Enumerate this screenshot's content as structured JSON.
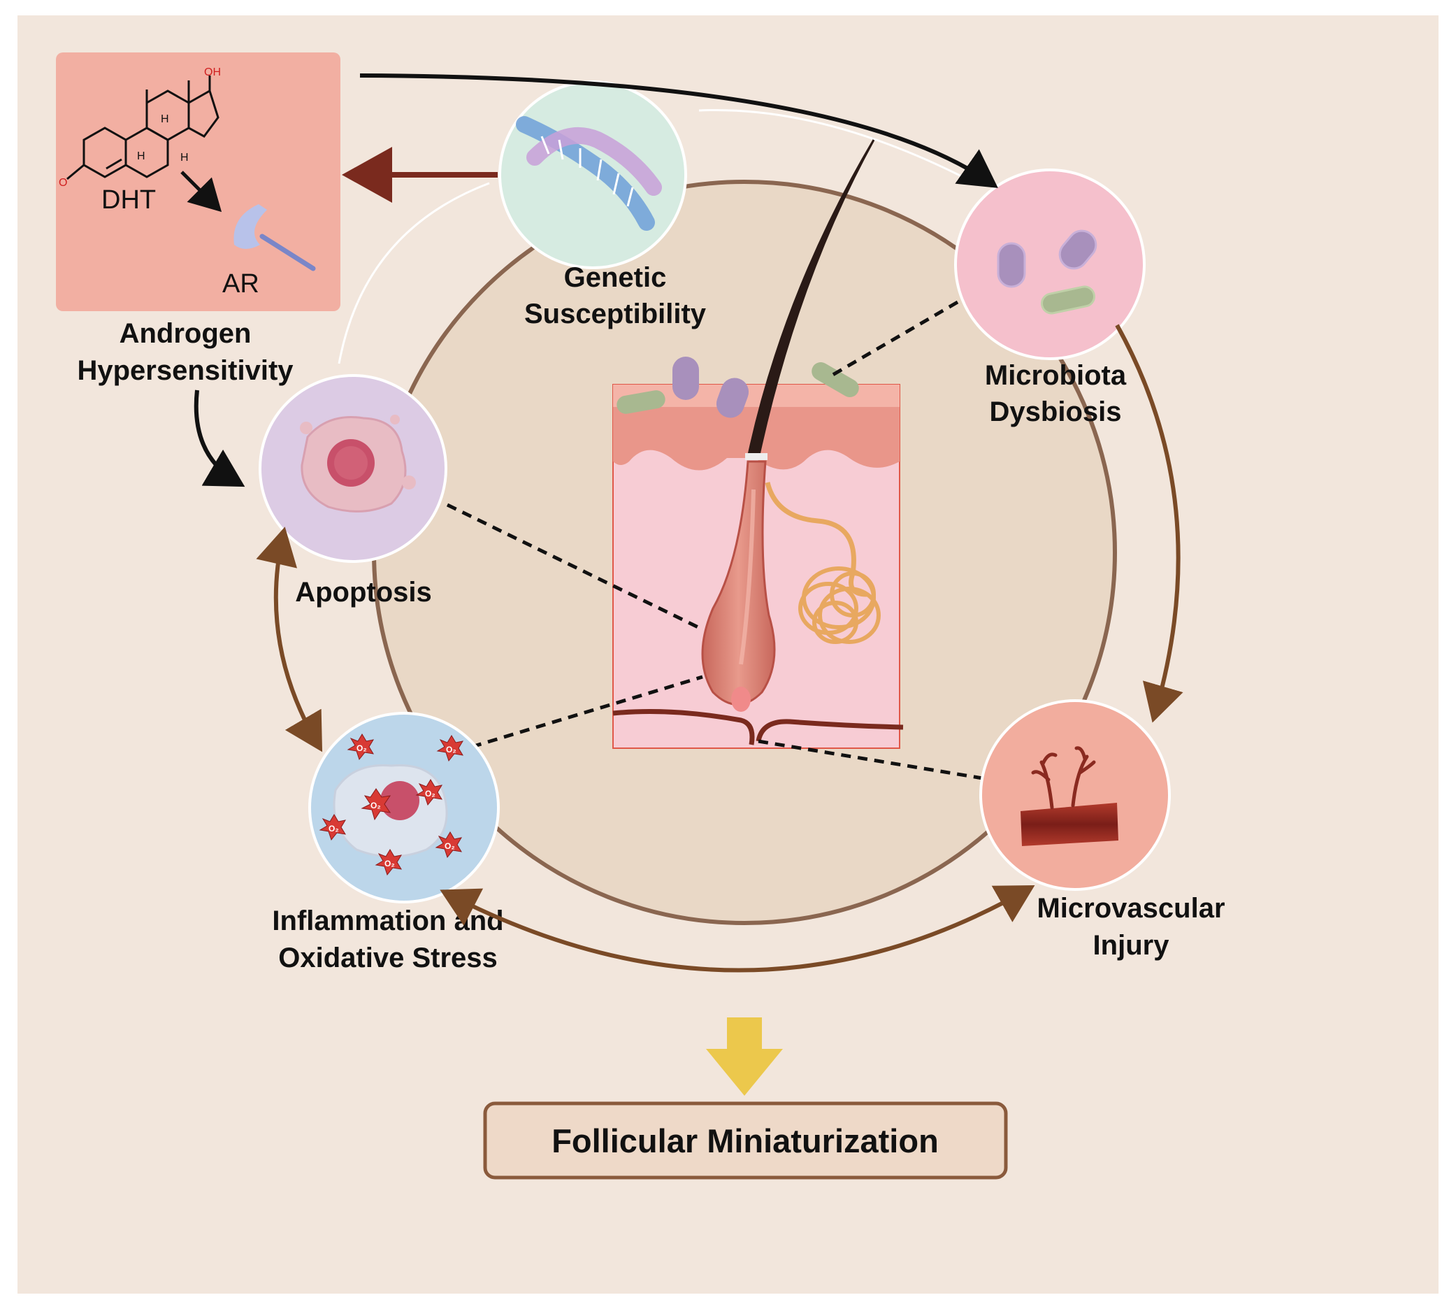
{
  "colors": {
    "background": "#f2e6dc",
    "inner_circle": "#e9d8c6",
    "ring": "#8a6650",
    "arrow_black": "#111111",
    "arrow_brown": "#7a4a26",
    "arrow_darkred": "#7a2a1e",
    "androgen_box": "#f2afa2",
    "dna_circle": "#d6ebe1",
    "microbiota_circle": "#f5c0cc",
    "apoptosis_circle": "#dccbe4",
    "inflammation_circle": "#bcd6ea",
    "microvascular_circle": "#f2ad9e",
    "result_arrow": "#ecc84c",
    "result_box": "#eed9c8"
  },
  "nodes": {
    "androgen": {
      "label_line1": "Androgen",
      "label_line2": "Hypersensitivity",
      "molecule_label": "DHT",
      "receptor_label": "AR",
      "oh_label": "OH",
      "h_label": "H",
      "keto_label": "O",
      "icon": "steroid-molecule-icon"
    },
    "genetic": {
      "label_line1": "Genetic",
      "label_line2": "Susceptibility",
      "icon": "dna-helix-icon"
    },
    "microbiota": {
      "label_line1": "Microbiota",
      "label_line2": "Dysbiosis",
      "icon": "bacteria-icon"
    },
    "apoptosis": {
      "label_line1": "Apoptosis",
      "icon": "apoptotic-cell-icon"
    },
    "inflammation": {
      "label_line1": "Inflammation and",
      "label_line2": "Oxidative Stress",
      "ros_label": "O₂",
      "icon": "ros-cell-icon"
    },
    "microvascular": {
      "label_line1": "Microvascular",
      "label_line2": "Injury",
      "icon": "blood-vessel-icon"
    }
  },
  "center": {
    "icon": "hair-follicle-icon"
  },
  "result": {
    "label": "Follicular Miniaturization"
  }
}
